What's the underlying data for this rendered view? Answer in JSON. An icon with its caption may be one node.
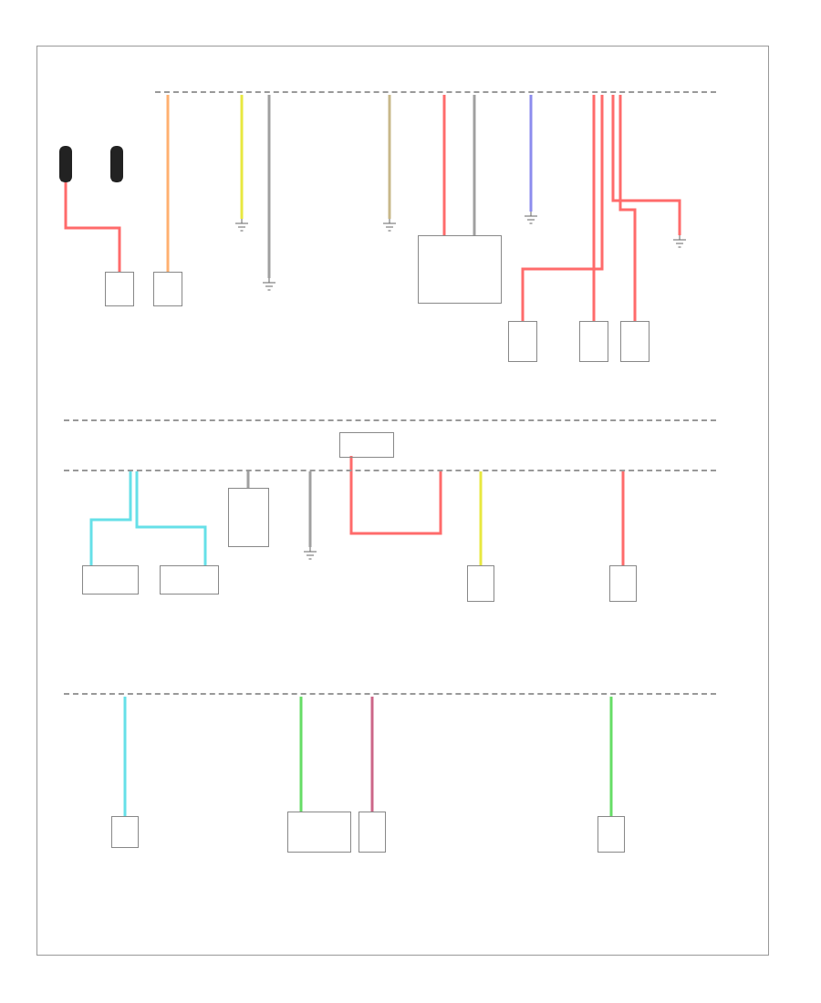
{
  "diagram": {
    "nodes": [
      {
        "text": [],
        "shape": "bar"
      },
      {
        "text": [],
        "shape": "bar"
      },
      {
        "text": [],
        "shape": "bar"
      },
      {
        "text": [],
        "shape": "battery"
      },
      {
        "text": [],
        "shape": "box"
      },
      {
        "text": [],
        "shape": "box"
      },
      {
        "text": [],
        "shape": "ground"
      },
      {
        "text": [],
        "shape": "ground"
      },
      {
        "text": [],
        "shape": "ground"
      },
      {
        "text": [],
        "shape": "box"
      },
      {
        "text": [],
        "shape": "ground"
      },
      {
        "text": [],
        "shape": "ground"
      },
      {
        "text": [],
        "shape": "box"
      },
      {
        "text": [],
        "shape": "box"
      },
      {
        "text": [],
        "shape": "box"
      },
      {
        "text": [],
        "shape": "box"
      },
      {
        "text": [],
        "shape": "box"
      },
      {
        "text": [],
        "shape": "box"
      },
      {
        "text": [],
        "shape": "ground"
      },
      {
        "text": [],
        "shape": "box",
        "in": 1
      },
      {
        "text": [],
        "shape": "box"
      },
      {
        "text": [],
        "shape": "box"
      },
      {
        "text": [],
        "shape": "box"
      },
      {
        "text": [],
        "shape": "box"
      },
      {
        "text": [],
        "shape": "box"
      },
      {
        "text": [],
        "shape": "box"
      }
    ],
    "edges": [
      {
        "from": 3,
        "to": 4,
        "arrow": "none"
      },
      {
        "from": 0,
        "to": 5,
        "arrow": "none",
        "color": "#ffb070"
      },
      {
        "from": 0,
        "to": 6,
        "arrow": "none",
        "color": "#e8e840"
      },
      {
        "from": 0,
        "to": 7,
        "arrow": "none",
        "color": "#a0a0a0"
      },
      {
        "from": 0,
        "to": 8,
        "arrow": "none",
        "color": "#c8b88a"
      },
      {
        "from": 0,
        "to": 9,
        "arrow": "none"
      },
      {
        "from": 0,
        "to": 9,
        "arrow": "none",
        "color": "#a0a0a0"
      },
      {
        "from": 0,
        "to": 10,
        "arrow": "none",
        "color": "#8c8cee"
      },
      {
        "from": 0,
        "to": 11,
        "arrow": "none"
      },
      {
        "from": 0,
        "to": 12,
        "arrow": "none"
      },
      {
        "from": 0,
        "to": 13,
        "arrow": "none"
      },
      {
        "from": 0,
        "to": 14,
        "arrow": "none"
      },
      {
        "from": 1,
        "to": 15,
        "arrow": "none",
        "color": "#66e0e8"
      },
      {
        "from": 1,
        "to": 16,
        "arrow": "none",
        "color": "#66e0e8"
      },
      {
        "from": 1,
        "to": 17,
        "arrow": "none",
        "color": "#a0a0a0"
      },
      {
        "from": 1,
        "to": 18,
        "arrow": "none",
        "color": "#a0a0a0"
      },
      {
        "from": 19,
        "to": 1,
        "arrow": "none"
      },
      {
        "from": 1,
        "to": 20,
        "arrow": "none",
        "color": "#e8e840"
      },
      {
        "from": 1,
        "to": 21,
        "arrow": "none"
      },
      {
        "from": 2,
        "to": 22,
        "arrow": "none",
        "color": "#66e0e8"
      },
      {
        "from": 2,
        "to": 23,
        "arrow": "none",
        "color": "#66dd66"
      },
      {
        "from": 2,
        "to": 24,
        "arrow": "none",
        "color": "#cc6688"
      },
      {
        "from": 2,
        "to": 25,
        "arrow": "none",
        "color": "#66dd66"
      }
    ]
  }
}
